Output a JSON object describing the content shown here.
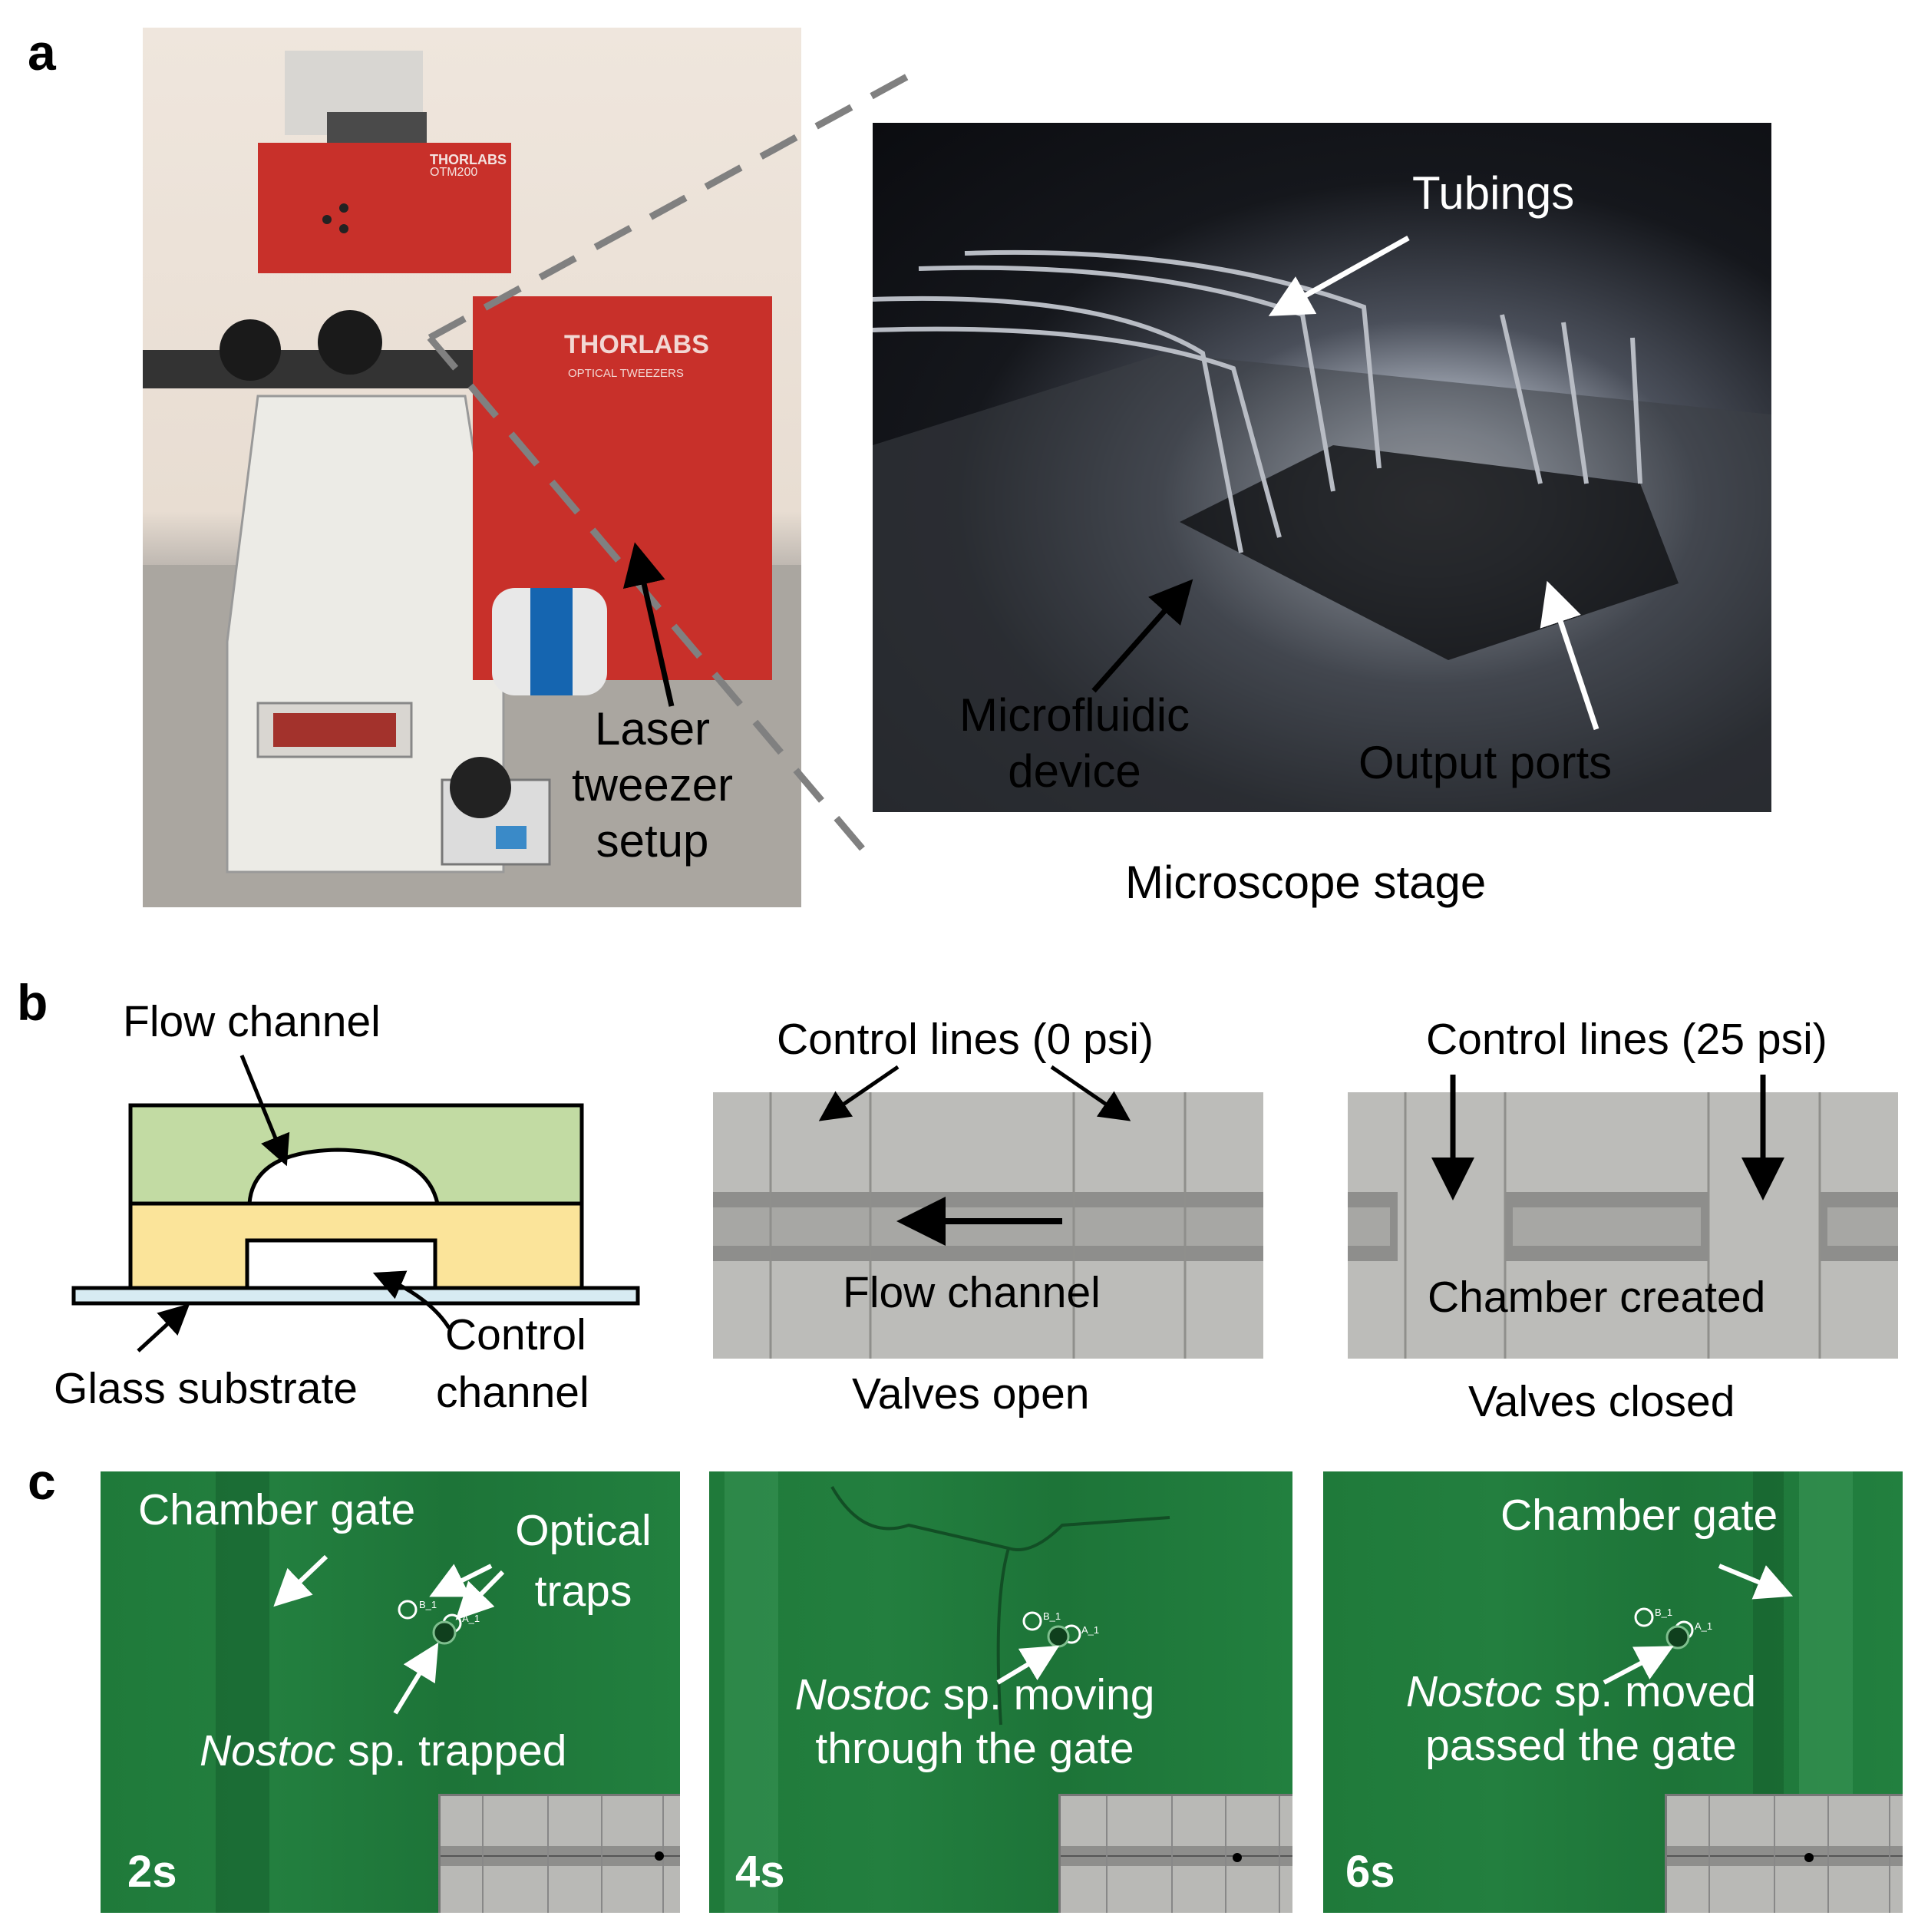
{
  "panels": {
    "a": {
      "letter": "a",
      "laser_label": [
        "Laser",
        "tweezer",
        "setup"
      ],
      "tubings": "Tubings",
      "microfluidic": [
        "Microfluidic",
        "device"
      ],
      "output_ports": "Output ports",
      "stage_caption": "Microscope stage",
      "brand_top": "THORLABS",
      "model": "OTM200",
      "brand_box": "THORLABS",
      "box_sub": "OPTICAL TWEEZERS"
    },
    "b": {
      "letter": "b",
      "flow_channel_top": "Flow channel",
      "control_channel": [
        "Control",
        "channel"
      ],
      "glass_substrate": "Glass substrate",
      "control_lines_open": "Control lines (0 psi)",
      "flow_channel_mid": "Flow channel",
      "valves_open": "Valves open",
      "control_lines_closed": "Control lines (25 psi)",
      "chamber_created": "Chamber created",
      "valves_closed": "Valves closed"
    },
    "c": {
      "letter": "c",
      "frame1": {
        "chamber_gate": "Chamber gate",
        "optical_traps": [
          "Optical",
          "traps"
        ],
        "caption_italic": "Nostoc",
        "caption_rest": " sp. trapped",
        "time": "2s",
        "trap_b": "B_1",
        "trap_a": "A_1"
      },
      "frame2": {
        "caption_italic": "Nostoc",
        "caption_rest": " sp. moving",
        "caption_line2": "through the gate",
        "time": "4s",
        "trap_b": "B_1",
        "trap_a": "A_1"
      },
      "frame3": {
        "chamber_gate": "Chamber gate",
        "caption_italic": "Nostoc",
        "caption_rest": " sp. moved",
        "caption_line2": "passed the gate",
        "time": "6s",
        "trap_b": "B_1",
        "trap_a": "A_1"
      }
    }
  },
  "colors": {
    "flow_layer": "#c2dba3",
    "control_layer": "#fbe49a",
    "glass": "#d7ebf2",
    "fluorescence": "#1f7a3a",
    "instrument_red": "#c8302a"
  }
}
